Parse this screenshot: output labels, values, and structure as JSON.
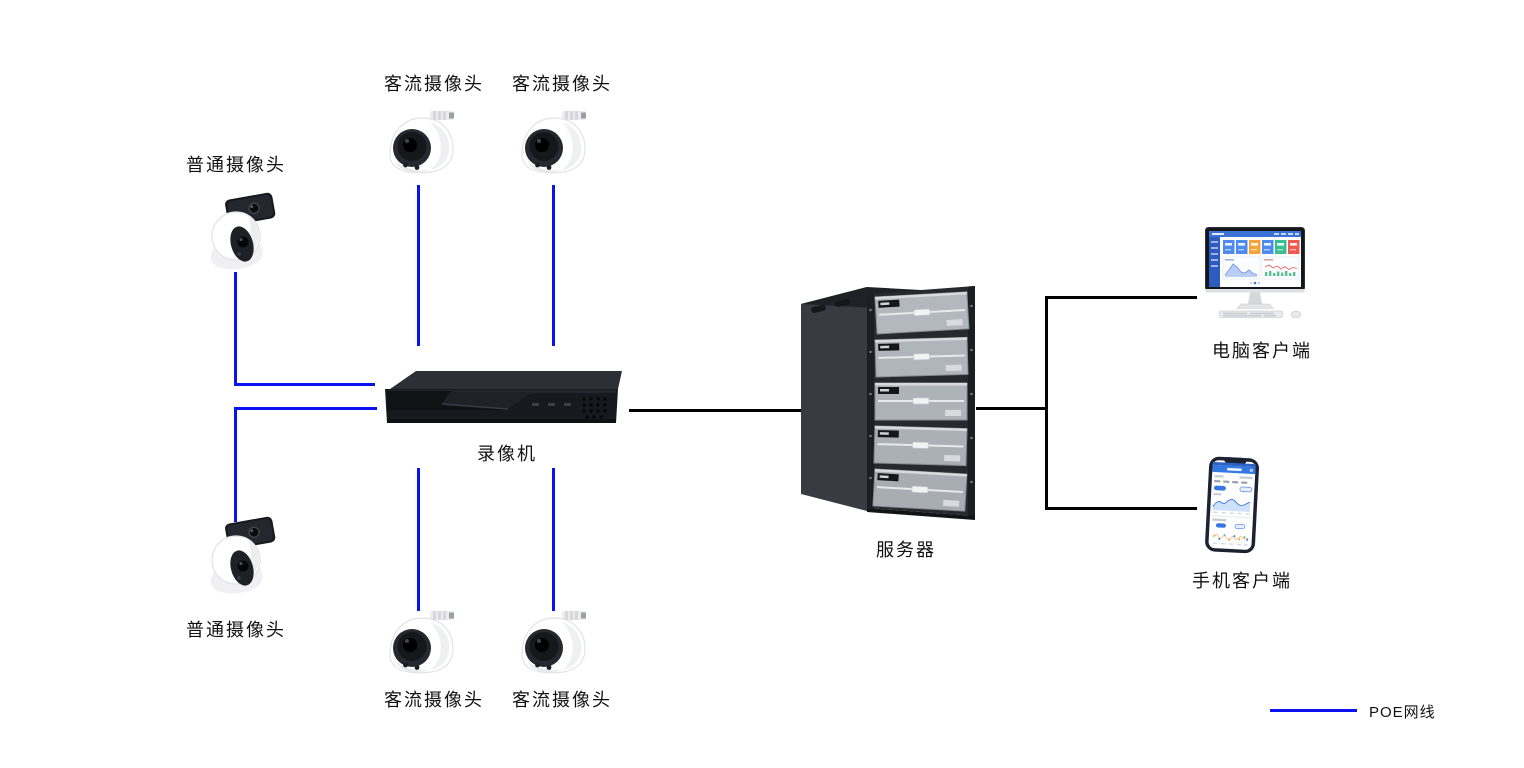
{
  "diagram": {
    "colors": {
      "background": "#ffffff",
      "poe_line": "#0a12ef",
      "net_line": "#000000",
      "label_text": "#111111"
    },
    "legend": {
      "poe_label": "POE网线"
    },
    "nodes": {
      "flow_camera_top_left": {
        "label": "客流摄像头",
        "type": "dome-camera"
      },
      "flow_camera_top_right": {
        "label": "客流摄像头",
        "type": "dome-camera"
      },
      "normal_camera_top": {
        "label": "普通摄像头",
        "type": "ptz-camera"
      },
      "normal_camera_bottom": {
        "label": "普通摄像头",
        "type": "ptz-camera"
      },
      "flow_camera_bottom_left": {
        "label": "客流摄像头",
        "type": "dome-camera"
      },
      "flow_camera_bottom_right": {
        "label": "客流摄像头",
        "type": "dome-camera"
      },
      "recorder": {
        "label": "录像机",
        "type": "nvr"
      },
      "server": {
        "label": "服务器",
        "type": "server-rack"
      },
      "pc_client": {
        "label": "电脑客户端",
        "type": "desktop-computer"
      },
      "mobile_client": {
        "label": "手机客户端",
        "type": "smartphone"
      }
    },
    "connections": [
      {
        "from": "flow_camera_top_left",
        "to": "recorder",
        "line": "poe"
      },
      {
        "from": "flow_camera_top_right",
        "to": "recorder",
        "line": "poe"
      },
      {
        "from": "normal_camera_top",
        "to": "recorder",
        "line": "poe"
      },
      {
        "from": "normal_camera_bottom",
        "to": "recorder",
        "line": "poe"
      },
      {
        "from": "flow_camera_bottom_left",
        "to": "recorder",
        "line": "poe"
      },
      {
        "from": "flow_camera_bottom_right",
        "to": "recorder",
        "line": "poe"
      },
      {
        "from": "recorder",
        "to": "server",
        "line": "plain"
      },
      {
        "from": "server",
        "to": "pc_client",
        "line": "plain"
      },
      {
        "from": "server",
        "to": "mobile_client",
        "line": "plain"
      }
    ]
  }
}
